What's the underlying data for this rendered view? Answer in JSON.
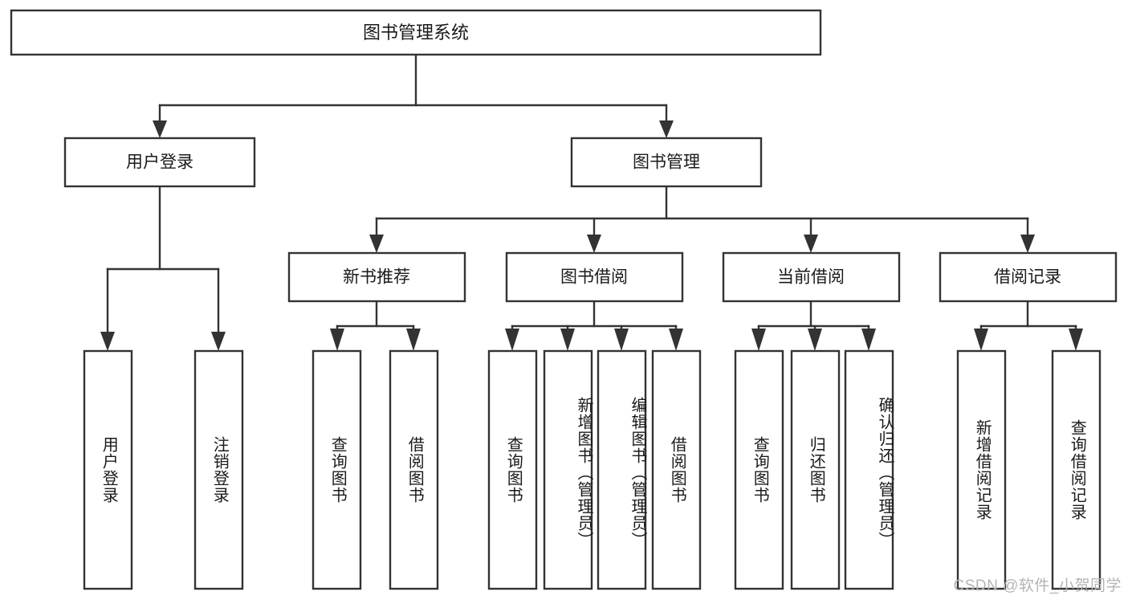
{
  "diagram": {
    "type": "tree",
    "title": "图书管理系统",
    "watermark": "CSDN @软件_小贺同学",
    "colors": {
      "stroke": "#333333",
      "fill": "#ffffff",
      "text": "#1a1a1a",
      "watermark": "#b4b4b4"
    },
    "root": {
      "label": "图书管理系统"
    },
    "level2": [
      {
        "label": "用户登录"
      },
      {
        "label": "图书管理"
      }
    ],
    "level3": [
      {
        "label": "新书推荐"
      },
      {
        "label": "图书借阅"
      },
      {
        "label": "当前借阅"
      },
      {
        "label": "借阅记录"
      }
    ],
    "leaves": {
      "user_login": [
        {
          "label": "用户登录"
        },
        {
          "label": "注销登录"
        }
      ],
      "new_book": [
        {
          "label": "查询图书"
        },
        {
          "label": "借阅图书"
        }
      ],
      "book_borrow": [
        {
          "label": "查询图书"
        },
        {
          "label": "新增图书（管理员）"
        },
        {
          "label": "编辑图书（管理员）"
        },
        {
          "label": "借阅图书"
        }
      ],
      "current_borrow": [
        {
          "label": "查询图书"
        },
        {
          "label": "归还图书"
        },
        {
          "label": "确认归还（管理员）"
        }
      ],
      "borrow_record": [
        {
          "label": "新增借阅记录"
        },
        {
          "label": "查询借阅记录"
        }
      ]
    }
  }
}
